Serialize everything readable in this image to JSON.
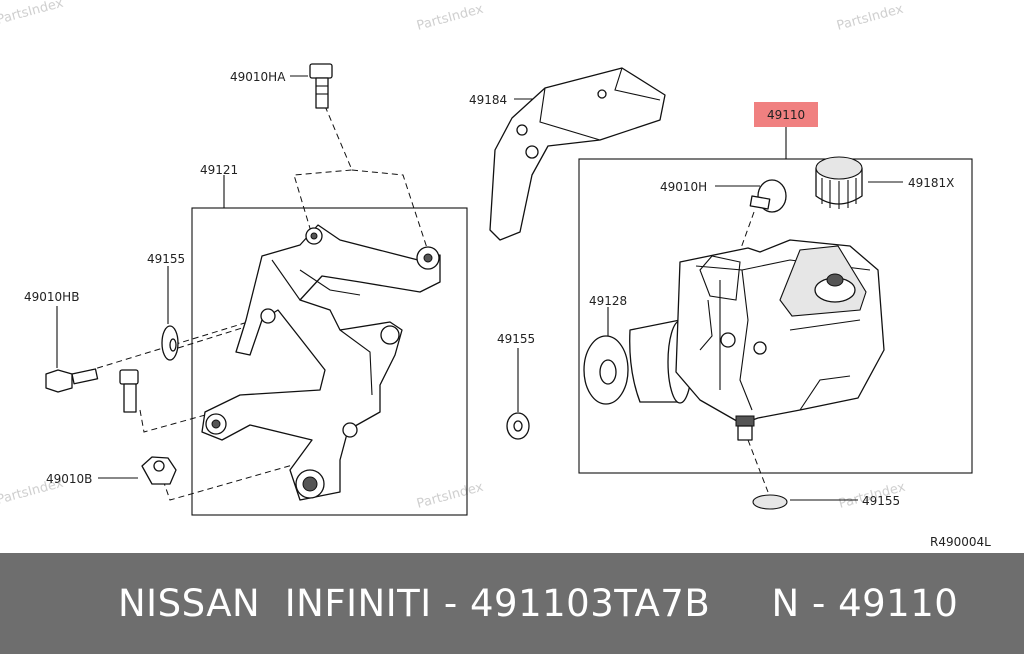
{
  "watermark": "PartsIndex",
  "diagram_code": "R490004L",
  "highlight_color": "#f08080",
  "callouts": {
    "c49010HA": "49010HA",
    "c49184": "49184",
    "c49110": "49110",
    "c49121": "49121",
    "c49010H": "49010H",
    "c49181X": "49181X",
    "c49155a": "49155",
    "c49128": "49128",
    "c49010HB": "49010HB",
    "c49155b": "49155",
    "c49010B": "49010B",
    "c49155c": "49155"
  },
  "footer": {
    "text": "NISSAN  INFINITI - 491103TA7B     N - 49110"
  }
}
